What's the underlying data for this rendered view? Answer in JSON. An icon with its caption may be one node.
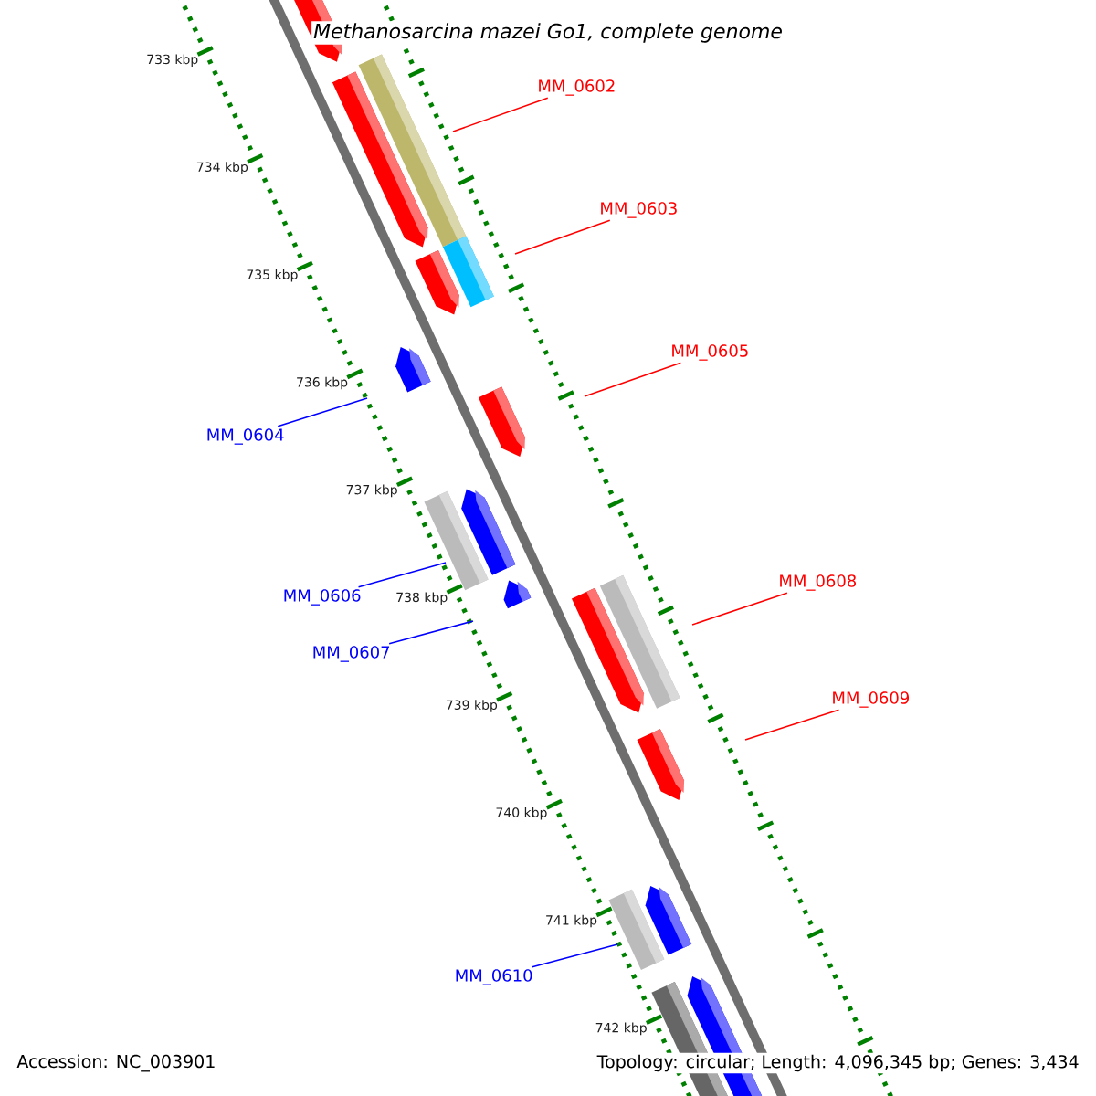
{
  "diagram": {
    "title": "Methanosarcina mazei Go1, complete genome",
    "nodes": [
      {
        "text": [
          "MM_0602"
        ]
      },
      {
        "text": [
          "MM_0603"
        ]
      },
      {
        "text": [
          "MM_0605"
        ]
      },
      {
        "text": [
          "MM_0604"
        ]
      },
      {
        "text": [
          "MM_0606"
        ]
      },
      {
        "text": [
          "MM_0608"
        ]
      },
      {
        "text": [
          "MM_0607"
        ]
      },
      {
        "text": [
          "MM_0609"
        ]
      },
      {
        "text": [
          "MM_0610"
        ]
      }
    ],
    "edges": [
      {
        "from": 0,
        "to": null,
        "arrow": "none"
      },
      {
        "from": 1,
        "to": null,
        "arrow": "none"
      },
      {
        "from": 2,
        "to": null,
        "arrow": "none"
      },
      {
        "from": 3,
        "to": null,
        "arrow": "none",
        "color": "#0000ff"
      },
      {
        "from": 4,
        "to": null,
        "arrow": "none",
        "color": "#0000ff"
      },
      {
        "from": 5,
        "to": null,
        "arrow": "none"
      },
      {
        "from": 6,
        "to": null,
        "arrow": "none",
        "color": "#0000ff"
      },
      {
        "from": 7,
        "to": null,
        "arrow": "none"
      },
      {
        "from": 8,
        "to": null,
        "arrow": "none",
        "color": "#0000ff"
      }
    ],
    "labels": [
      "733 kbp",
      "734 kbp",
      "735 kbp",
      "736 kbp",
      "737 kbp",
      "738 kbp",
      "739 kbp",
      "740 kbp",
      "741 kbp",
      "742 kbp",
      "Accession: NC_003901",
      "Topology: circular; Length: 4,096,345 bp; Genes: 3,434"
    ]
  }
}
